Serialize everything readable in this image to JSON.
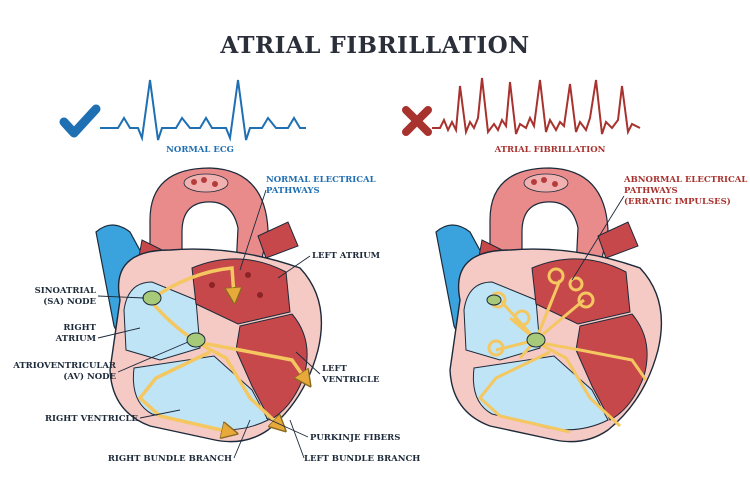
{
  "title": "ATRIAL FIBRILLATION",
  "left_panel": {
    "ecg_caption": "NORMAL ECG",
    "labels": {
      "normal_pathways_line1": "NORMAL ELECTRICAL",
      "normal_pathways_line2": "PATHWAYS",
      "left_atrium": "LEFT ATRIUM",
      "sa_node_line1": "SINOATRIAL",
      "sa_node_line2": "(SA) NODE",
      "right_atrium_line1": "RIGHT",
      "right_atrium_line2": "ATRIUM",
      "av_node_line1": "ATRIOVENTRICULAR",
      "av_node_line2": "(AV) NODE",
      "left_ventricle_line1": "LEFT",
      "left_ventricle_line2": "VENTRICLE",
      "right_ventricle": "RIGHT VENTRICLE",
      "purkinje_fibers": "PURKINJE FIBERS",
      "right_bundle_branch": "RIGHT BUNDLE BRANCH",
      "left_bundle_branch": "LEFT BUNDLE BRANCH"
    }
  },
  "right_panel": {
    "ecg_caption": "ATRIAL FIBRILLATION",
    "labels": {
      "abnormal_line1": "ABNORMAL ELECTRICAL",
      "abnormal_line2": "PATHWAYS",
      "abnormal_line3": "(ERRATIC IMPULSES)"
    }
  },
  "icons": {
    "normal_status": "check-icon",
    "abnormal_status": "cross-icon"
  },
  "colors": {
    "normal_accent": "#1f6fb3",
    "abnormal_accent": "#a8322e",
    "aorta": "#e98b8b",
    "vein": "#3aa3de",
    "atrium_blue": "#bfe4f5",
    "ventricle_red": "#c7484a",
    "pathway": "#f4c760",
    "node": "#a7c97a"
  }
}
